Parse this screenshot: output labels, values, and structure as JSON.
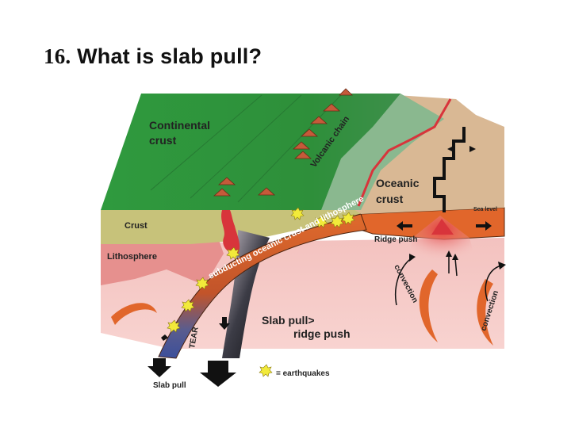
{
  "slide": {
    "number": "16.",
    "question": "What is slab pull?"
  },
  "diagram": {
    "labels": {
      "continental_crust_line1": "Continental",
      "continental_crust_line2": "crust",
      "volcanic_chain": "Volcanic chain",
      "oceanic_crust_line1": "Oceanic",
      "oceanic_crust_line2": "crust",
      "sea_level": "Sea level",
      "crust": "Crust",
      "lithosphere": "Lithosphere",
      "subducting": "subducting oceanic crust and lithosphere",
      "ridge_push": "Ridge push",
      "convection_left": "convection",
      "convection_right": "convection",
      "slab_pull_vs_line1": "Slab pull>",
      "slab_pull_vs_line2": "ridge push",
      "tear": "TEAR",
      "slab_pull": "Slab pull",
      "earthquakes_legend": "= earthquakes"
    },
    "colors": {
      "continental_green": "#2e9b3c",
      "oceanic_tan": "#d9b894",
      "crust_olive": "#c7c27a",
      "lithosphere_pink": "#e6908e",
      "mantle_pink": "#f6c9c6",
      "slab_orange": "#e1662b",
      "trench_red": "#d8343b",
      "earthquake_yellow": "#f2ea3a"
    }
  }
}
